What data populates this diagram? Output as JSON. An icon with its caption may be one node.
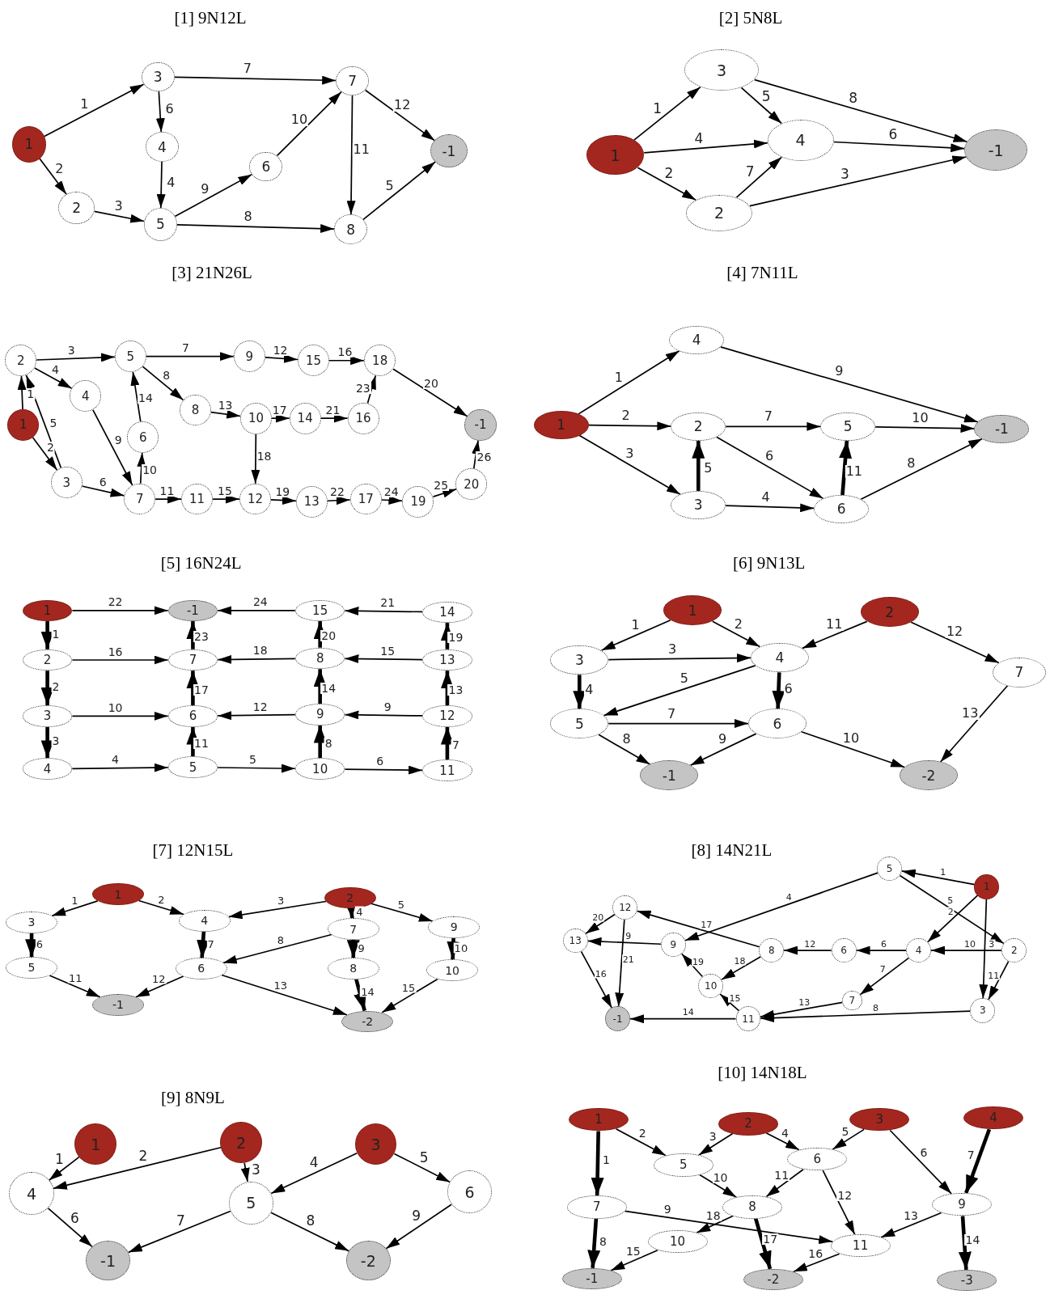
{
  "diagram": {
    "nodes": [
      {
        "text": [
          "1"
        ]
      },
      {
        "text": [
          "3"
        ]
      },
      {
        "text": [
          "4"
        ]
      },
      {
        "text": [
          "2"
        ]
      },
      {
        "text": [
          "5"
        ]
      },
      {
        "text": [
          "6"
        ]
      },
      {
        "text": [
          "7"
        ]
      },
      {
        "text": [
          "8"
        ]
      },
      {
        "text": [
          "-1"
        ]
      },
      {
        "text": [
          "3"
        ]
      },
      {
        "text": [
          "1"
        ]
      },
      {
        "text": [
          "4"
        ]
      },
      {
        "text": [
          "2"
        ]
      },
      {
        "text": [
          "-1"
        ]
      },
      {
        "text": [
          "2"
        ]
      },
      {
        "text": [
          "5"
        ]
      },
      {
        "text": [
          "9"
        ]
      },
      {
        "text": [
          "15"
        ]
      },
      {
        "text": [
          "18"
        ]
      },
      {
        "text": [
          "4"
        ]
      },
      {
        "text": [
          "8"
        ]
      },
      {
        "text": [
          "10"
        ]
      },
      {
        "text": [
          "14"
        ]
      },
      {
        "text": [
          "16"
        ]
      },
      {
        "text": [
          "1"
        ]
      },
      {
        "text": [
          "-1"
        ]
      },
      {
        "text": [
          "6"
        ]
      },
      {
        "text": [
          "3"
        ]
      },
      {
        "text": [
          "7"
        ]
      },
      {
        "text": [
          "11"
        ]
      },
      {
        "text": [
          "12"
        ]
      },
      {
        "text": [
          "13"
        ]
      },
      {
        "text": [
          "17"
        ]
      },
      {
        "text": [
          "19"
        ]
      },
      {
        "text": [
          "20"
        ]
      },
      {
        "text": [
          "4"
        ]
      },
      {
        "text": [
          "1"
        ]
      },
      {
        "text": [
          "2"
        ]
      },
      {
        "text": [
          "5"
        ]
      },
      {
        "text": [
          "-1"
        ]
      },
      {
        "text": [
          "3"
        ]
      },
      {
        "text": [
          "6"
        ]
      },
      {
        "text": [
          "1"
        ]
      },
      {
        "text": [
          "-1"
        ]
      },
      {
        "text": [
          "15"
        ]
      },
      {
        "text": [
          "14"
        ]
      },
      {
        "text": [
          "2"
        ]
      },
      {
        "text": [
          "7"
        ]
      },
      {
        "text": [
          "8"
        ]
      },
      {
        "text": [
          "13"
        ]
      },
      {
        "text": [
          "3"
        ]
      },
      {
        "text": [
          "6"
        ]
      },
      {
        "text": [
          "9"
        ]
      },
      {
        "text": [
          "12"
        ]
      },
      {
        "text": [
          "4"
        ]
      },
      {
        "text": [
          "5"
        ]
      },
      {
        "text": [
          "10"
        ]
      },
      {
        "text": [
          "11"
        ]
      },
      {
        "text": [
          "1"
        ]
      },
      {
        "text": [
          "2"
        ]
      },
      {
        "text": [
          "3"
        ]
      },
      {
        "text": [
          "4"
        ]
      },
      {
        "text": [
          "7"
        ]
      },
      {
        "text": [
          "5"
        ]
      },
      {
        "text": [
          "6"
        ]
      },
      {
        "text": [
          "-1"
        ]
      },
      {
        "text": [
          "-2"
        ]
      },
      {
        "text": [
          "1"
        ]
      },
      {
        "text": [
          "2"
        ]
      },
      {
        "text": [
          "3"
        ]
      },
      {
        "text": [
          "4"
        ]
      },
      {
        "text": [
          "7"
        ]
      },
      {
        "text": [
          "9"
        ]
      },
      {
        "text": [
          "5"
        ]
      },
      {
        "text": [
          "6"
        ]
      },
      {
        "text": [
          "8"
        ]
      },
      {
        "text": [
          "10"
        ]
      },
      {
        "text": [
          "-1"
        ]
      },
      {
        "text": [
          "-2"
        ]
      },
      {
        "text": [
          "5"
        ]
      },
      {
        "text": [
          "1"
        ]
      },
      {
        "text": [
          "12"
        ]
      },
      {
        "text": [
          "13"
        ]
      },
      {
        "text": [
          "9"
        ]
      },
      {
        "text": [
          "8"
        ]
      },
      {
        "text": [
          "6"
        ]
      },
      {
        "text": [
          "4"
        ]
      },
      {
        "text": [
          "2"
        ]
      },
      {
        "text": [
          "10"
        ]
      },
      {
        "text": [
          "7"
        ]
      },
      {
        "text": [
          "3"
        ]
      },
      {
        "text": [
          "-1"
        ]
      },
      {
        "text": [
          "11"
        ]
      },
      {
        "text": [
          "1"
        ]
      },
      {
        "text": [
          "2"
        ]
      },
      {
        "text": [
          "3"
        ]
      },
      {
        "text": [
          "4"
        ]
      },
      {
        "text": [
          "5"
        ]
      },
      {
        "text": [
          "6"
        ]
      },
      {
        "text": [
          "-1"
        ]
      },
      {
        "text": [
          "-2"
        ]
      },
      {
        "text": [
          "1"
        ]
      },
      {
        "text": [
          "2"
        ]
      },
      {
        "text": [
          "3"
        ]
      },
      {
        "text": [
          "4"
        ]
      },
      {
        "text": [
          "5"
        ]
      },
      {
        "text": [
          "6"
        ]
      },
      {
        "text": [
          "7"
        ]
      },
      {
        "text": [
          "8"
        ]
      },
      {
        "text": [
          "9"
        ]
      },
      {
        "text": [
          "10"
        ]
      },
      {
        "text": [
          "11"
        ]
      },
      {
        "text": [
          "-1"
        ]
      },
      {
        "text": [
          "-2"
        ]
      },
      {
        "text": [
          "-3"
        ]
      }
    ],
    "edges": [
      {
        "from": 0,
        "to": 1,
        "arrow": "to",
        "label": "1"
      },
      {
        "from": 0,
        "to": 3,
        "arrow": "to",
        "label": "2"
      },
      {
        "from": 3,
        "to": 4,
        "arrow": "to",
        "label": "3"
      },
      {
        "from": 2,
        "to": 4,
        "arrow": "to",
        "label": "4"
      },
      {
        "from": 7,
        "to": 8,
        "arrow": "to",
        "label": "5"
      },
      {
        "from": 1,
        "to": 2,
        "arrow": "to",
        "label": "6"
      },
      {
        "from": 1,
        "to": 6,
        "arrow": "to",
        "label": "7"
      },
      {
        "from": 4,
        "to": 7,
        "arrow": "to",
        "label": "8"
      },
      {
        "from": 4,
        "to": 5,
        "arrow": "to",
        "label": "9"
      },
      {
        "from": 5,
        "to": 6,
        "arrow": "to",
        "label": "10"
      },
      {
        "from": 6,
        "to": 7,
        "arrow": "to",
        "label": "11"
      },
      {
        "from": 6,
        "to": 8,
        "arrow": "to",
        "label": "12"
      },
      {
        "from": 10,
        "to": 9,
        "arrow": "to",
        "label": "1"
      },
      {
        "from": 10,
        "to": 12,
        "arrow": "to",
        "label": "2"
      },
      {
        "from": 12,
        "to": 13,
        "arrow": "to",
        "label": "3"
      },
      {
        "from": 10,
        "to": 11,
        "arrow": "to",
        "label": "4"
      },
      {
        "from": 9,
        "to": 11,
        "arrow": "to",
        "label": "5"
      },
      {
        "from": 11,
        "to": 13,
        "arrow": "to",
        "label": "6"
      },
      {
        "from": 12,
        "to": 11,
        "arrow": "to",
        "label": "7"
      },
      {
        "from": 9,
        "to": 13,
        "arrow": "to",
        "label": "8"
      },
      {
        "from": 24,
        "to": 14,
        "arrow": "to",
        "label": "1"
      },
      {
        "from": 24,
        "to": 27,
        "arrow": "to",
        "label": "2"
      },
      {
        "from": 14,
        "to": 15,
        "arrow": "to",
        "label": "3"
      },
      {
        "from": 14,
        "to": 19,
        "arrow": "to",
        "label": "4"
      },
      {
        "from": 27,
        "to": 14,
        "arrow": "to",
        "label": "5"
      },
      {
        "from": 27,
        "to": 28,
        "arrow": "to",
        "label": "6"
      },
      {
        "from": 15,
        "to": 16,
        "arrow": "to",
        "label": "7"
      },
      {
        "from": 15,
        "to": 20,
        "arrow": "to",
        "label": "8"
      },
      {
        "from": 19,
        "to": 28,
        "arrow": "to",
        "label": "9"
      },
      {
        "from": 28,
        "to": 26,
        "arrow": "to",
        "label": "10"
      },
      {
        "from": 28,
        "to": 29,
        "arrow": "to",
        "label": "11"
      },
      {
        "from": 16,
        "to": 17,
        "arrow": "to",
        "label": "12"
      },
      {
        "from": 20,
        "to": 21,
        "arrow": "to",
        "label": "13"
      },
      {
        "from": 26,
        "to": 15,
        "arrow": "to",
        "label": "14"
      },
      {
        "from": 29,
        "to": 30,
        "arrow": "to",
        "label": "15"
      },
      {
        "from": 17,
        "to": 18,
        "arrow": "to",
        "label": "16"
      },
      {
        "from": 21,
        "to": 22,
        "arrow": "to",
        "label": "17"
      },
      {
        "from": 21,
        "to": 30,
        "arrow": "to",
        "label": "18"
      },
      {
        "from": 30,
        "to": 31,
        "arrow": "to",
        "label": "19"
      },
      {
        "from": 18,
        "to": 25,
        "arrow": "to",
        "label": "20"
      },
      {
        "from": 22,
        "to": 23,
        "arrow": "to",
        "label": "21"
      },
      {
        "from": 31,
        "to": 32,
        "arrow": "to",
        "label": "22"
      },
      {
        "from": 23,
        "to": 18,
        "arrow": "to",
        "label": "23"
      },
      {
        "from": 32,
        "to": 33,
        "arrow": "to",
        "label": "24"
      },
      {
        "from": 33,
        "to": 34,
        "arrow": "to",
        "label": "25"
      },
      {
        "from": 34,
        "to": 25,
        "arrow": "to",
        "label": "26"
      },
      {
        "from": 36,
        "to": 35,
        "arrow": "to",
        "label": "1"
      },
      {
        "from": 36,
        "to": 37,
        "arrow": "to",
        "label": "2"
      },
      {
        "from": 36,
        "to": 40,
        "arrow": "to",
        "label": "3"
      },
      {
        "from": 40,
        "to": 41,
        "arrow": "to",
        "label": "4"
      },
      {
        "from": 40,
        "to": 37,
        "arrow": "to",
        "label": "5",
        "style": "thick"
      },
      {
        "from": 37,
        "to": 41,
        "arrow": "to",
        "label": "6"
      },
      {
        "from": 37,
        "to": 38,
        "arrow": "to",
        "label": "7"
      },
      {
        "from": 41,
        "to": 39,
        "arrow": "to",
        "label": "8"
      },
      {
        "from": 35,
        "to": 39,
        "arrow": "to",
        "label": "9"
      },
      {
        "from": 38,
        "to": 39,
        "arrow": "to",
        "label": "10"
      },
      {
        "from": 41,
        "to": 38,
        "arrow": "to",
        "label": "11",
        "style": "thick"
      },
      {
        "from": 42,
        "to": 46,
        "arrow": "to",
        "label": "1",
        "style": "thick"
      },
      {
        "from": 46,
        "to": 50,
        "arrow": "to",
        "label": "2",
        "style": "thick"
      },
      {
        "from": 50,
        "to": 54,
        "arrow": "to",
        "label": "3",
        "style": "thick"
      },
      {
        "from": 54,
        "to": 55,
        "arrow": "to",
        "label": "4"
      },
      {
        "from": 55,
        "to": 56,
        "arrow": "to",
        "label": "5"
      },
      {
        "from": 56,
        "to": 57,
        "arrow": "to",
        "label": "6"
      },
      {
        "from": 57,
        "to": 53,
        "arrow": "to",
        "label": "7",
        "style": "thick"
      },
      {
        "from": 56,
        "to": 52,
        "arrow": "to",
        "label": "8",
        "style": "thick"
      },
      {
        "from": 53,
        "to": 52,
        "arrow": "to",
        "label": "9"
      },
      {
        "from": 50,
        "to": 51,
        "arrow": "to",
        "label": "10"
      },
      {
        "from": 55,
        "to": 51,
        "arrow": "to",
        "label": "11",
        "style": "thick"
      },
      {
        "from": 52,
        "to": 51,
        "arrow": "to",
        "label": "12"
      },
      {
        "from": 53,
        "to": 49,
        "arrow": "to",
        "label": "13",
        "style": "thick"
      },
      {
        "from": 52,
        "to": 48,
        "arrow": "to",
        "label": "14",
        "style": "thick"
      },
      {
        "from": 49,
        "to": 48,
        "arrow": "to",
        "label": "15"
      },
      {
        "from": 46,
        "to": 47,
        "arrow": "to",
        "label": "16"
      },
      {
        "from": 51,
        "to": 47,
        "arrow": "to",
        "label": "17",
        "style": "thick"
      },
      {
        "from": 48,
        "to": 47,
        "arrow": "to",
        "label": "18"
      },
      {
        "from": 49,
        "to": 45,
        "arrow": "to",
        "label": "19",
        "style": "thick"
      },
      {
        "from": 48,
        "to": 44,
        "arrow": "to",
        "label": "20",
        "style": "thick"
      },
      {
        "from": 45,
        "to": 44,
        "arrow": "to",
        "label": "21"
      },
      {
        "from": 42,
        "to": 43,
        "arrow": "to",
        "label": "22"
      },
      {
        "from": 47,
        "to": 43,
        "arrow": "to",
        "label": "23",
        "style": "thick"
      },
      {
        "from": 44,
        "to": 43,
        "arrow": "to",
        "label": "24"
      },
      {
        "from": 58,
        "to": 60,
        "arrow": "to",
        "label": "1"
      },
      {
        "from": 58,
        "to": 61,
        "arrow": "to",
        "label": "2"
      },
      {
        "from": 60,
        "to": 61,
        "arrow": "to",
        "label": "3"
      },
      {
        "from": 60,
        "to": 63,
        "arrow": "to",
        "label": "4",
        "style": "thick"
      },
      {
        "from": 61,
        "to": 63,
        "arrow": "to",
        "label": "5"
      },
      {
        "from": 61,
        "to": 64,
        "arrow": "to",
        "label": "6",
        "style": "thick"
      },
      {
        "from": 63,
        "to": 64,
        "arrow": "to",
        "label": "7"
      },
      {
        "from": 63,
        "to": 65,
        "arrow": "to",
        "label": "8"
      },
      {
        "from": 64,
        "to": 65,
        "arrow": "to",
        "label": "9"
      },
      {
        "from": 64,
        "to": 66,
        "arrow": "to",
        "label": "10"
      },
      {
        "from": 59,
        "to": 61,
        "arrow": "to",
        "label": "11"
      },
      {
        "from": 59,
        "to": 62,
        "arrow": "to",
        "label": "12"
      },
      {
        "from": 62,
        "to": 66,
        "arrow": "to",
        "label": "13"
      },
      {
        "from": 67,
        "to": 69,
        "arrow": "to",
        "label": "1"
      },
      {
        "from": 67,
        "to": 70,
        "arrow": "to",
        "label": "2"
      },
      {
        "from": 68,
        "to": 70,
        "arrow": "to",
        "label": "3"
      },
      {
        "from": 68,
        "to": 71,
        "arrow": "to",
        "label": "4",
        "style": "thick"
      },
      {
        "from": 68,
        "to": 72,
        "arrow": "to",
        "label": "5"
      },
      {
        "from": 69,
        "to": 73,
        "arrow": "to",
        "label": "6",
        "style": "thick"
      },
      {
        "from": 70,
        "to": 74,
        "arrow": "to",
        "label": "7",
        "style": "thick"
      },
      {
        "from": 71,
        "to": 74,
        "arrow": "to",
        "label": "8"
      },
      {
        "from": 71,
        "to": 75,
        "arrow": "to",
        "label": "9",
        "style": "thick"
      },
      {
        "from": 72,
        "to": 76,
        "arrow": "to",
        "label": "10",
        "style": "thick"
      },
      {
        "from": 73,
        "to": 77,
        "arrow": "to",
        "label": "11"
      },
      {
        "from": 74,
        "to": 77,
        "arrow": "to",
        "label": "12"
      },
      {
        "from": 74,
        "to": 78,
        "arrow": "to",
        "label": "13"
      },
      {
        "from": 75,
        "to": 78,
        "arrow": "to",
        "label": "14",
        "style": "thick"
      },
      {
        "from": 76,
        "to": 78,
        "arrow": "to",
        "label": "15"
      },
      {
        "from": 80,
        "to": 79,
        "arrow": "to",
        "label": "1"
      },
      {
        "from": 80,
        "to": 86,
        "arrow": "to",
        "label": "2"
      },
      {
        "from": 80,
        "to": 90,
        "arrow": "to",
        "label": "3"
      },
      {
        "from": 79,
        "to": 83,
        "arrow": "to",
        "label": "4"
      },
      {
        "from": 79,
        "to": 87,
        "arrow": "to",
        "label": "5"
      },
      {
        "from": 86,
        "to": 85,
        "arrow": "to",
        "label": "6"
      },
      {
        "from": 86,
        "to": 89,
        "arrow": "to",
        "label": "7"
      },
      {
        "from": 90,
        "to": 92,
        "arrow": "to",
        "label": "8"
      },
      {
        "from": 83,
        "to": 82,
        "arrow": "to",
        "label": "9"
      },
      {
        "from": 87,
        "to": 86,
        "arrow": "to",
        "label": "10"
      },
      {
        "from": 87,
        "to": 90,
        "arrow": "to",
        "label": "11"
      },
      {
        "from": 85,
        "to": 84,
        "arrow": "to",
        "label": "12"
      },
      {
        "from": 89,
        "to": 92,
        "arrow": "to",
        "label": "13"
      },
      {
        "from": 92,
        "to": 91,
        "arrow": "to",
        "label": "14"
      },
      {
        "from": 92,
        "to": 88,
        "arrow": "to",
        "label": "15"
      },
      {
        "from": 82,
        "to": 91,
        "arrow": "to",
        "label": "16"
      },
      {
        "from": 84,
        "to": 81,
        "arrow": "to",
        "label": "17"
      },
      {
        "from": 84,
        "to": 88,
        "arrow": "to",
        "label": "18"
      },
      {
        "from": 88,
        "to": 83,
        "arrow": "to",
        "label": "19"
      },
      {
        "from": 81,
        "to": 82,
        "arrow": "to",
        "label": "20"
      },
      {
        "from": 81,
        "to": 91,
        "arrow": "to",
        "label": "21"
      },
      {
        "from": 93,
        "to": 96,
        "arrow": "to",
        "label": "1"
      },
      {
        "from": 94,
        "to": 96,
        "arrow": "to",
        "label": "2"
      },
      {
        "from": 94,
        "to": 97,
        "arrow": "to",
        "label": "3"
      },
      {
        "from": 95,
        "to": 97,
        "arrow": "to",
        "label": "4"
      },
      {
        "from": 95,
        "to": 98,
        "arrow": "to",
        "label": "5"
      },
      {
        "from": 96,
        "to": 99,
        "arrow": "to",
        "label": "6"
      },
      {
        "from": 97,
        "to": 99,
        "arrow": "to",
        "label": "7"
      },
      {
        "from": 97,
        "to": 100,
        "arrow": "to",
        "label": "8"
      },
      {
        "from": 98,
        "to": 100,
        "arrow": "to",
        "label": "9"
      },
      {
        "from": 101,
        "to": 107,
        "arrow": "to",
        "label": "1",
        "style": "thick"
      },
      {
        "from": 101,
        "to": 105,
        "arrow": "to",
        "label": "2"
      },
      {
        "from": 102,
        "to": 105,
        "arrow": "to",
        "label": "3"
      },
      {
        "from": 102,
        "to": 106,
        "arrow": "to",
        "label": "4"
      },
      {
        "from": 103,
        "to": 106,
        "arrow": "to",
        "label": "5"
      },
      {
        "from": 103,
        "to": 109,
        "arrow": "to",
        "label": "6"
      },
      {
        "from": 104,
        "to": 109,
        "arrow": "to",
        "label": "7",
        "style": "thick"
      },
      {
        "from": 107,
        "to": 112,
        "arrow": "to",
        "label": "8",
        "style": "thick"
      },
      {
        "from": 107,
        "to": 111,
        "arrow": "to",
        "label": "9"
      },
      {
        "from": 105,
        "to": 108,
        "arrow": "to",
        "label": "10"
      },
      {
        "from": 106,
        "to": 108,
        "arrow": "to",
        "label": "11"
      },
      {
        "from": 106,
        "to": 111,
        "arrow": "to",
        "label": "12"
      },
      {
        "from": 109,
        "to": 111,
        "arrow": "to",
        "label": "13"
      },
      {
        "from": 109,
        "to": 114,
        "arrow": "to",
        "label": "14",
        "style": "thick"
      },
      {
        "from": 110,
        "to": 112,
        "arrow": "to",
        "label": "15"
      },
      {
        "from": 111,
        "to": 113,
        "arrow": "to",
        "label": "16"
      },
      {
        "from": 108,
        "to": 113,
        "arrow": "to",
        "label": "17",
        "style": "thick"
      },
      {
        "from": 108,
        "to": 110,
        "arrow": "to",
        "label": "18"
      }
    ],
    "labels": [
      "[1] 9N12L",
      "[2] 5N8L",
      "[3] 21N26L",
      "[4] 7N11L",
      "[5] 16N24L",
      "[6] 9N13L",
      "[7] 12N15L",
      "[8] 14N21L",
      "[9] 8N9L",
      "[10] 14N18L"
    ]
  }
}
